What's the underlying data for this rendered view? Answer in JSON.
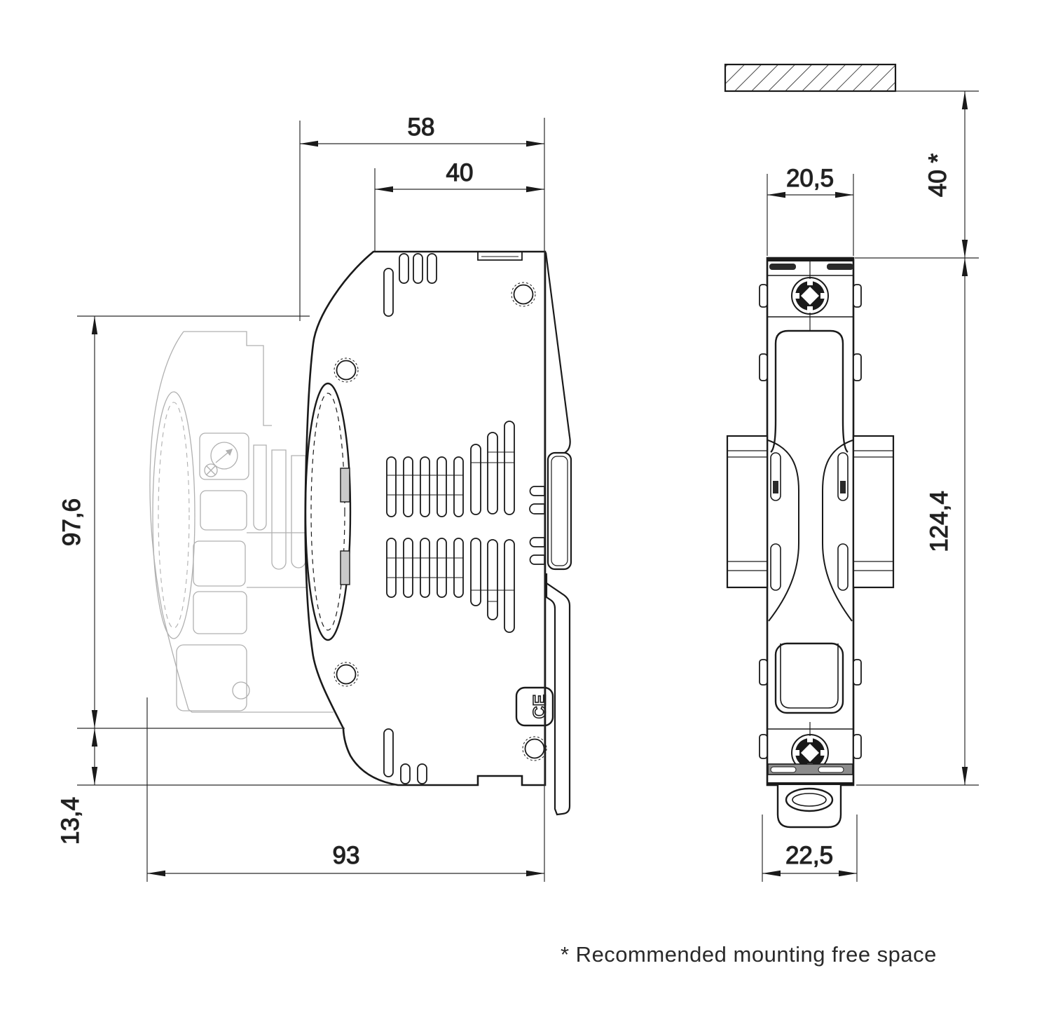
{
  "side_view": {
    "dim_overall_width": "58",
    "dim_body_width": "40",
    "dim_module_height": "97,6",
    "dim_rail_offset": "13,4",
    "dim_total_depth": "93",
    "ce_mark": "CE"
  },
  "front_view": {
    "dim_top_width": "20,5",
    "dim_mounting_free_space": "40 *",
    "dim_total_height": "124,4",
    "dim_bottom_width": "22,5"
  },
  "footnote": {
    "text": "* Recommended mounting free space"
  },
  "colors": {
    "line": "#1a1a1a",
    "dim_line": "#2b2b2b",
    "ghost": "#b0b0b0",
    "background": "#ffffff",
    "shading_gray": "#8c8c8c"
  }
}
